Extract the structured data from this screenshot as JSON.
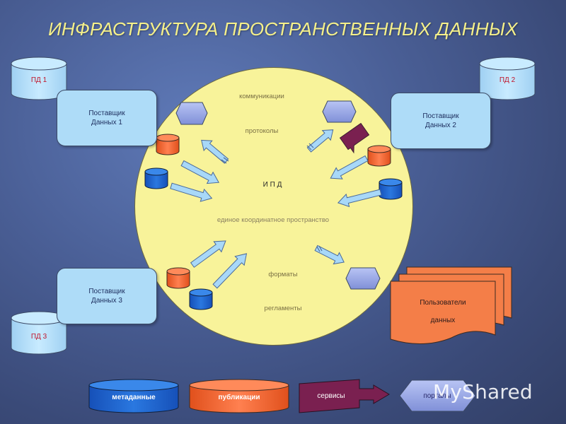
{
  "title": "ИНФРАСТРУКТУРА ПРОСТРАНСТВЕННЫХ ДАННЫХ",
  "center": {
    "communications": "коммуникации",
    "protocols": "протоколы",
    "ipd": "И П Д",
    "coord_space": "единое координатное пространство",
    "formats": "форматы",
    "regulations": "регламенты"
  },
  "databases": {
    "pd1": "ПД 1",
    "pd2": "ПД 2",
    "pd3": "ПД 3"
  },
  "providers": {
    "p1": "Поставщик\nДанных 1",
    "p2": "Поставщик\nДанных 2",
    "p3": "Поставщик\nДанных 3"
  },
  "users": "Пользователи\nданных",
  "legend": {
    "metadata": "метаданные",
    "publications": "публикации",
    "services": "сервисы",
    "portals": "порталы"
  },
  "watermark": "MyShared",
  "colors": {
    "circle": "#f8f39a",
    "provider_box": "#aedcf8",
    "db_cylinder": "#aedcf8",
    "metadata_cyl": "#1f5fc8",
    "publication_cyl": "#f06a32",
    "service_flag": "#7a2050",
    "portal_hex": "#9aa8e6",
    "users_doc": "#f47e48",
    "arrow": "#a8d8f8"
  }
}
